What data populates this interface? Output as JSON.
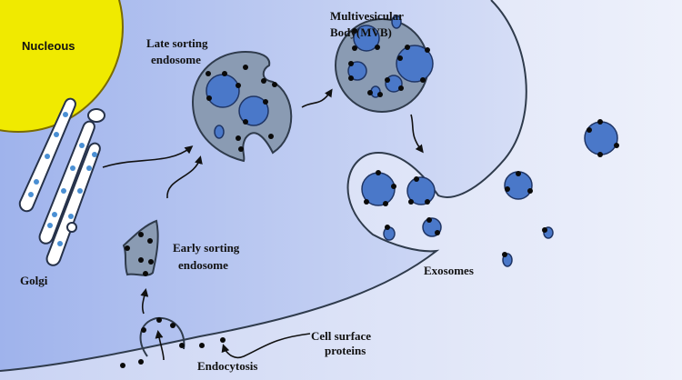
{
  "labels": {
    "nucleus": "Nucleous",
    "golgi": "Golgi",
    "late_sorting_1": "Late sorting",
    "late_sorting_2": "endosome",
    "mvb_1": "Multivesicular",
    "mvb_2": "Body(MVB)",
    "early_sorting_1": "Early sorting",
    "early_sorting_2": "endosome",
    "exosomes": "Exosomes",
    "cell_surface_1": "Cell surface",
    "cell_surface_2": "proteins",
    "endocytosis": "Endocytosis"
  },
  "colors": {
    "cytoplasm_left": "#9fb3ec",
    "cytoplasm_right": "#d6def6",
    "outside_left": "#c9d3f3",
    "outside_right": "#eef1fb",
    "nucleus_fill": "#f0ea00",
    "nucleus_stroke": "#7a6b00",
    "endosome_fill": "#8a9bb3",
    "endosome_stroke": "#2f3b4c",
    "vesicle_fill": "#4a78c9",
    "vesicle_stroke": "#1f3565",
    "golgi_fill": "#ffffff",
    "golgi_stroke": "#26324a",
    "golgi_dot": "#4a8fd3",
    "protein_dot": "#0a0a0a",
    "membrane": "#2f3b4c"
  }
}
